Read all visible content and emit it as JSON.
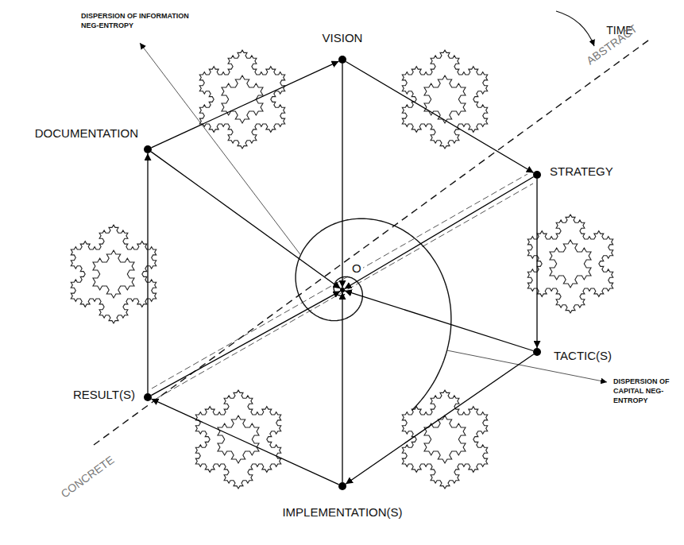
{
  "diagram": {
    "nodes": [
      {
        "text": [
          "VISION"
        ]
      },
      {
        "text": [
          "STRATEGY"
        ]
      },
      {
        "text": [
          "TACTIC(S)"
        ]
      },
      {
        "text": [
          "IMPLEMENTATION(S)"
        ]
      },
      {
        "text": [
          "RESULT(S)"
        ]
      },
      {
        "text": [
          "DOCUMENTATION"
        ]
      },
      {
        "text": [
          "O"
        ]
      }
    ],
    "edges": [
      {
        "from": 0,
        "to": 1,
        "arrow": "to"
      },
      {
        "from": 1,
        "to": 2,
        "arrow": "to"
      },
      {
        "from": 2,
        "to": 3,
        "arrow": "to"
      },
      {
        "from": 3,
        "to": 4,
        "arrow": "to"
      },
      {
        "from": 4,
        "to": 5,
        "arrow": "to"
      },
      {
        "from": 5,
        "to": 0,
        "arrow": "to"
      },
      {
        "from": 0,
        "to": 6,
        "arrow": "to"
      },
      {
        "from": 1,
        "to": 6,
        "arrow": "to"
      },
      {
        "from": 2,
        "to": 6,
        "arrow": "to"
      },
      {
        "from": 3,
        "to": 6,
        "arrow": "to"
      },
      {
        "from": 4,
        "to": 6,
        "arrow": "to"
      },
      {
        "from": 5,
        "to": 6,
        "arrow": "to"
      }
    ],
    "labels": [
      "TIME",
      "ABSTRACT",
      "CONCRETE",
      "DISPERSION OF INFORMATION NEG-ENTROPY",
      "DISPERSION OF CAPITAL NEG-ENTROPY"
    ]
  }
}
